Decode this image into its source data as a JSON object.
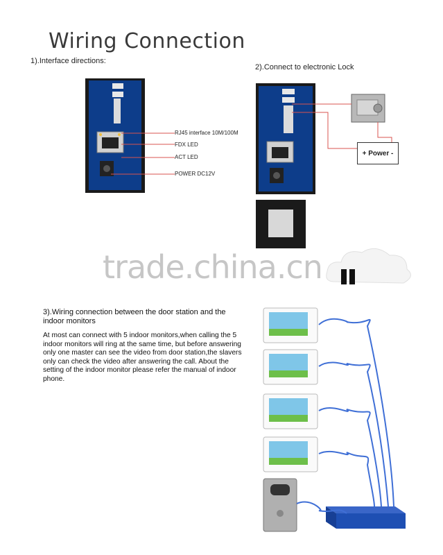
{
  "title": "Wiring Connection",
  "section1": {
    "heading": "1).Interface directions:",
    "labels": [
      "RJ45 interface 10M/100M",
      "FDX  LED",
      "ACT LED",
      "POWER DC12V"
    ]
  },
  "section2": {
    "heading": "2).Connect to electronic Lock",
    "power_label": "+ Power -"
  },
  "section3": {
    "heading": "3).Wiring connection between the door station and the indoor monitors",
    "body": "At most can connect with 5 indoor monitors,when calling the 5 indoor monitors will ring at the same time, but before answering only one master can see the video from door station,the slavers only can check the video after answering the call. About the setting of the indoor monitor please refer the manual of indoor phone."
  },
  "watermark": "trade.china.cn",
  "colors": {
    "panel": "#0d3d8a",
    "cable": "#3f6fd6",
    "switch": "#1e4fb3",
    "line": "#d9534f"
  }
}
